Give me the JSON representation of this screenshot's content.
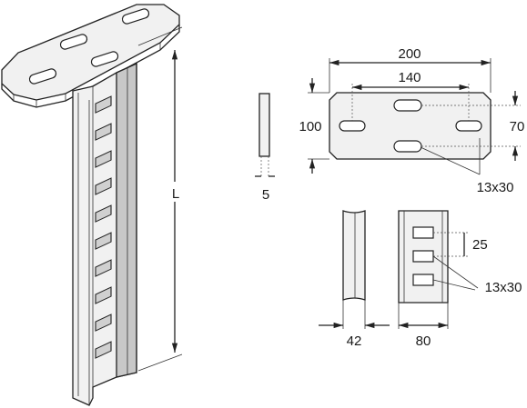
{
  "labels": {
    "length": "L",
    "plate_width": "200",
    "slot_spacing": "140",
    "plate_height": "100",
    "slot_row_spacing": "70",
    "plate_slot_size": "13x30",
    "plate_thickness": "5",
    "profile_depth": "42",
    "profile_width": "80",
    "profile_hole_pitch": "25",
    "profile_slot_size": "13x30"
  }
}
